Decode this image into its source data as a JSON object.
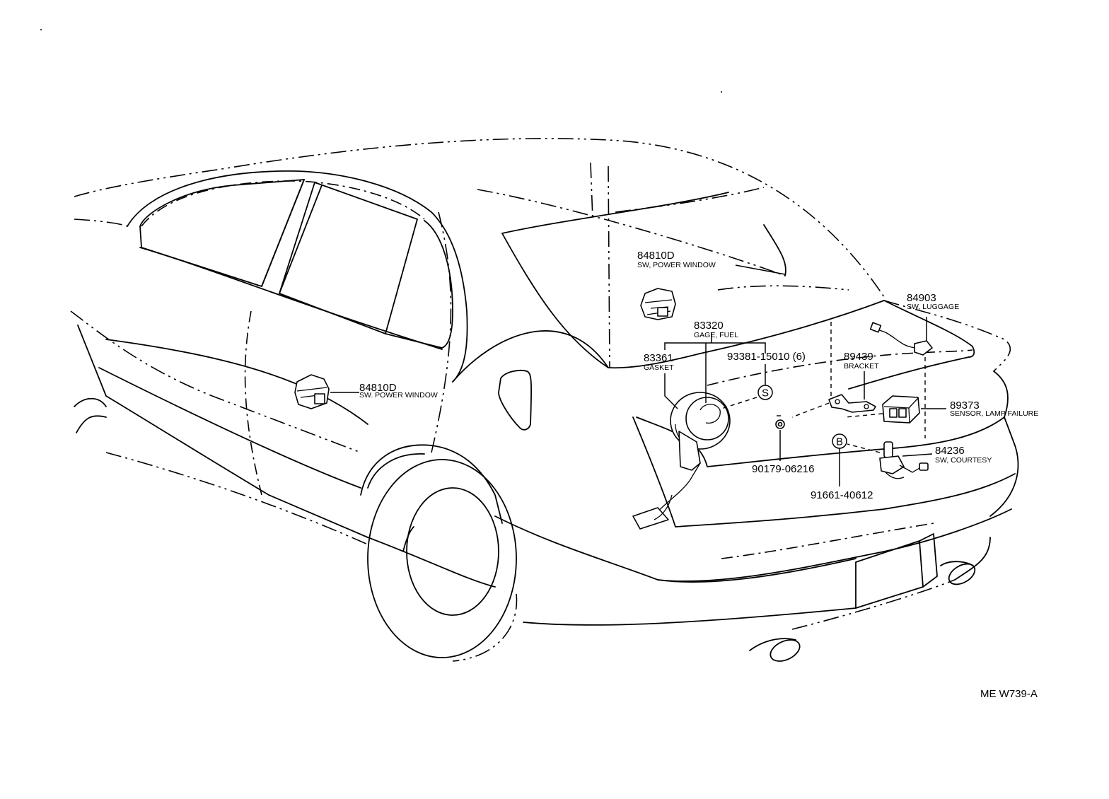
{
  "diagram_ref": "ME W739-A",
  "callouts": {
    "power_window_upper": {
      "number": "84810D",
      "description": "SW, POWER WINDOW"
    },
    "power_window_door": {
      "number": "84810D",
      "description": "SW. POWER WINDOW"
    },
    "gage_fuel": {
      "number": "83320",
      "description": "GAGE, FUEL"
    },
    "gasket": {
      "number": "83361",
      "description": "GASKET"
    },
    "screw": {
      "number": "93381-15010 (6)"
    },
    "bracket": {
      "number": "89439",
      "description": "BRACKET"
    },
    "sw_luggage": {
      "number": "84903",
      "description": "SW, LUGGAGE"
    },
    "sensor_lamp": {
      "number": "89373",
      "description": "SENSOR, LAMP FAILURE"
    },
    "sw_courtesy": {
      "number": "84236",
      "description": "SW, COURTESY"
    },
    "grommet": {
      "number": "90179-06216"
    },
    "bolt": {
      "number": "91661-40612"
    }
  },
  "symbols": {
    "s_mark": "S",
    "b_mark": "B"
  }
}
